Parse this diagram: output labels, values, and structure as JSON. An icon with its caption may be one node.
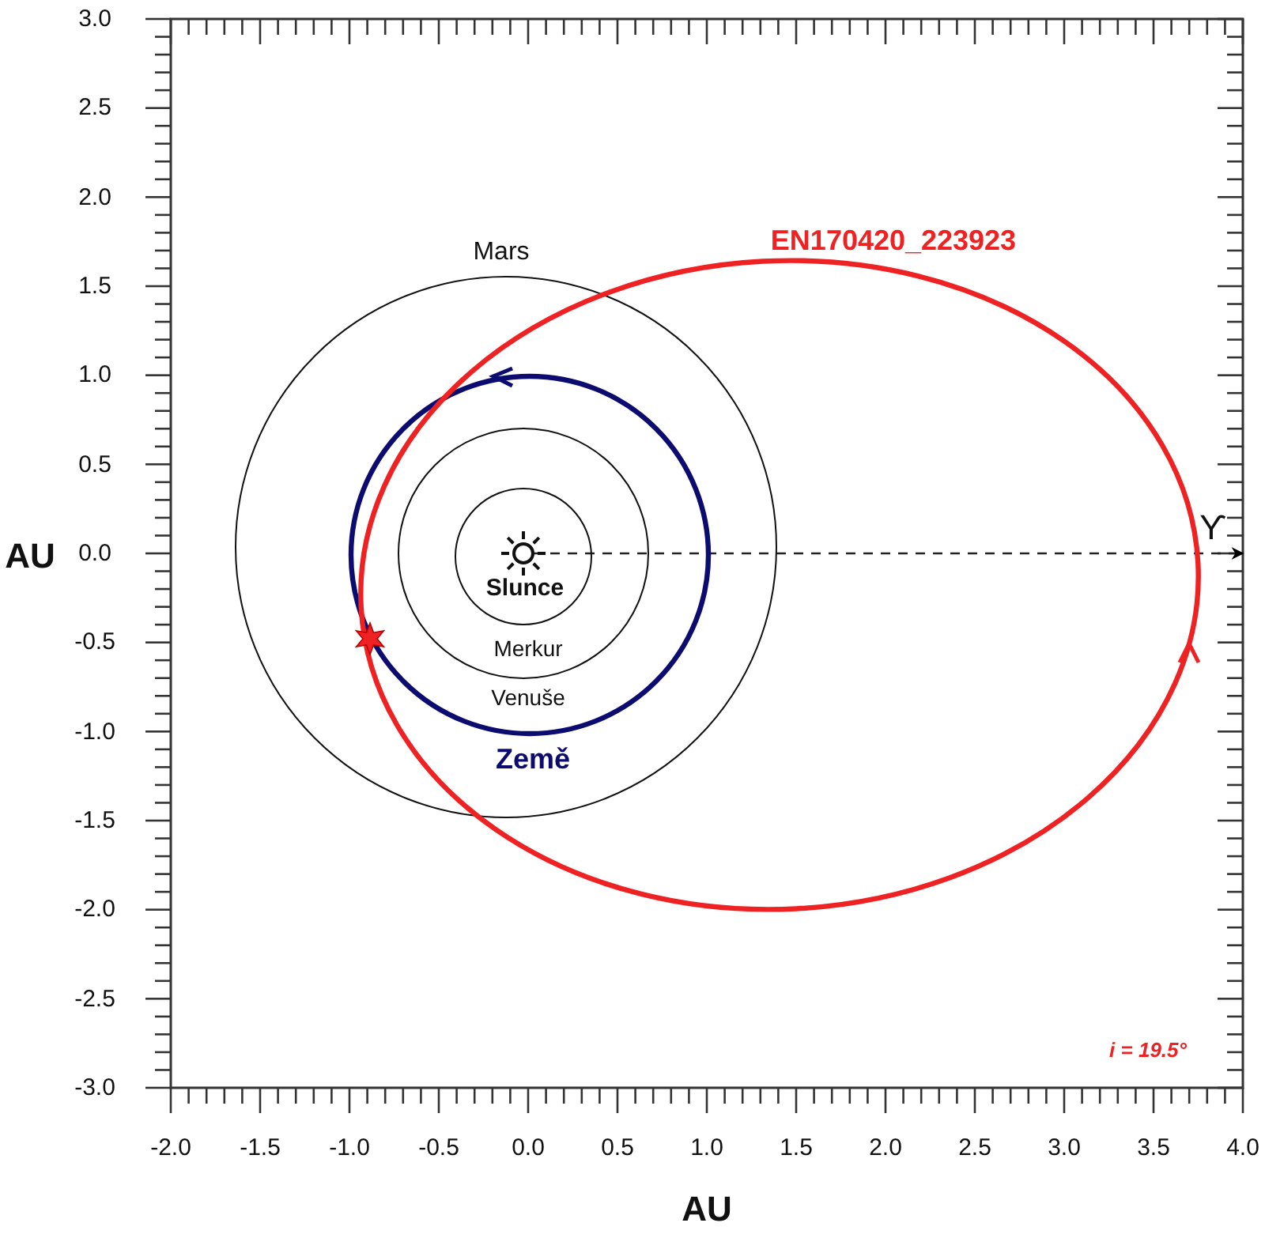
{
  "diagram": {
    "labels": [
      "3.0",
      "2.5",
      "2.0",
      "1.5",
      "1.0",
      "0.5",
      "0.0",
      "-0.5",
      "-1.0",
      "-1.5",
      "-2.0",
      "-2.5",
      "-3.0",
      "Mars",
      "EN170420_223923",
      "ϒ",
      "AU",
      "Slunce",
      "Merkur",
      "Venuše",
      "Země",
      "i = 19.5°",
      "-2.0",
      "-1.5",
      "-1.0",
      "-0.5",
      "0.0",
      "0.5",
      "1.0",
      "1.5",
      "2.0",
      "2.5",
      "3.0",
      "3.5",
      "4.0",
      "AU"
    ]
  }
}
